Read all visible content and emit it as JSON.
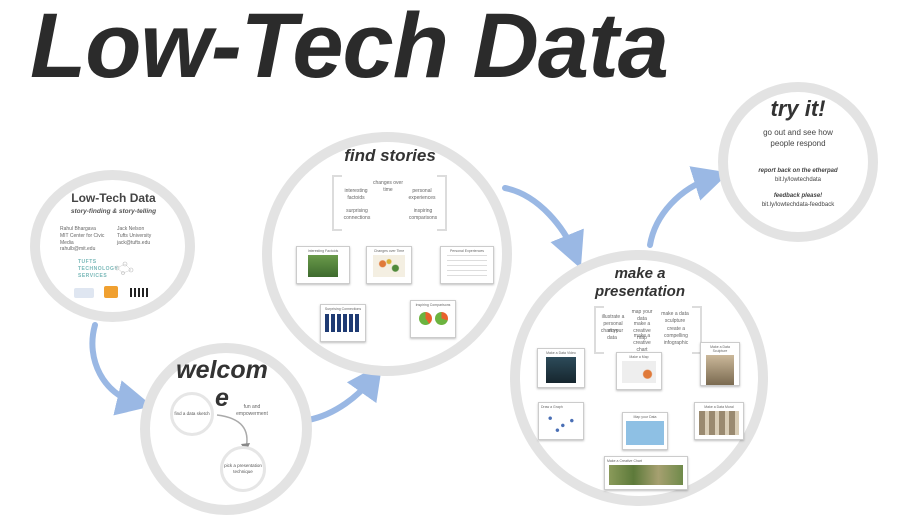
{
  "title": "Low-Tech Data",
  "intro": {
    "heading": "Low-Tech Data",
    "subheading": "story-finding & story-telling",
    "person1": [
      "Rahul Bhargava",
      "MIT Center for Civic Media",
      "rahulb@mit.edu"
    ],
    "person2": [
      "Jack Nelson",
      "Tufts University",
      "jack@tufts.edu"
    ],
    "logo_text": "TUFTS TECHNOLOGY SERVICES"
  },
  "welcome": {
    "title_line1": "welcom",
    "title_line2": "e",
    "circle1": "find a data sketch",
    "arrow_label": "fun and empowerment",
    "circle2": "pick a presentation technique"
  },
  "find": {
    "title": "find stories",
    "terms": [
      "changes over time",
      "interesting factoids",
      "personal experiences",
      "surprising connections",
      "inspiring comparisons"
    ],
    "thumbs": [
      "Interesting Factoids",
      "Changes over Time",
      "Personal Experiences",
      "Surprising Connections",
      "Inspiring Comparisons"
    ]
  },
  "present": {
    "title_line1": "make a",
    "title_line2": "presentation",
    "terms": [
      "map your data",
      "make a data sculpture",
      "illustrate a personal story",
      "make a creative map",
      "create a compelling infographic",
      "chart your data",
      "make a creative chart"
    ],
    "thumbs": [
      "Make a Data Video",
      "Make a Map",
      "Make a Data Sculpture",
      "Draw a Graph",
      "Map your Data",
      "Make a Data Mural",
      "Make a Creative Chart"
    ]
  },
  "try": {
    "title": "try it!",
    "line1": "go out and see how",
    "line2": "people respond",
    "report_label": "report back on the etherpad",
    "report_link": "bit.ly/lowtechdata",
    "feedback_label": "feedback please!",
    "feedback_link": "bit.ly/lowtechdata-feedback"
  },
  "colors": {
    "arrow": "#9ab8e4",
    "circle_border": "#e3e3e3",
    "title": "#2b2b2b"
  }
}
